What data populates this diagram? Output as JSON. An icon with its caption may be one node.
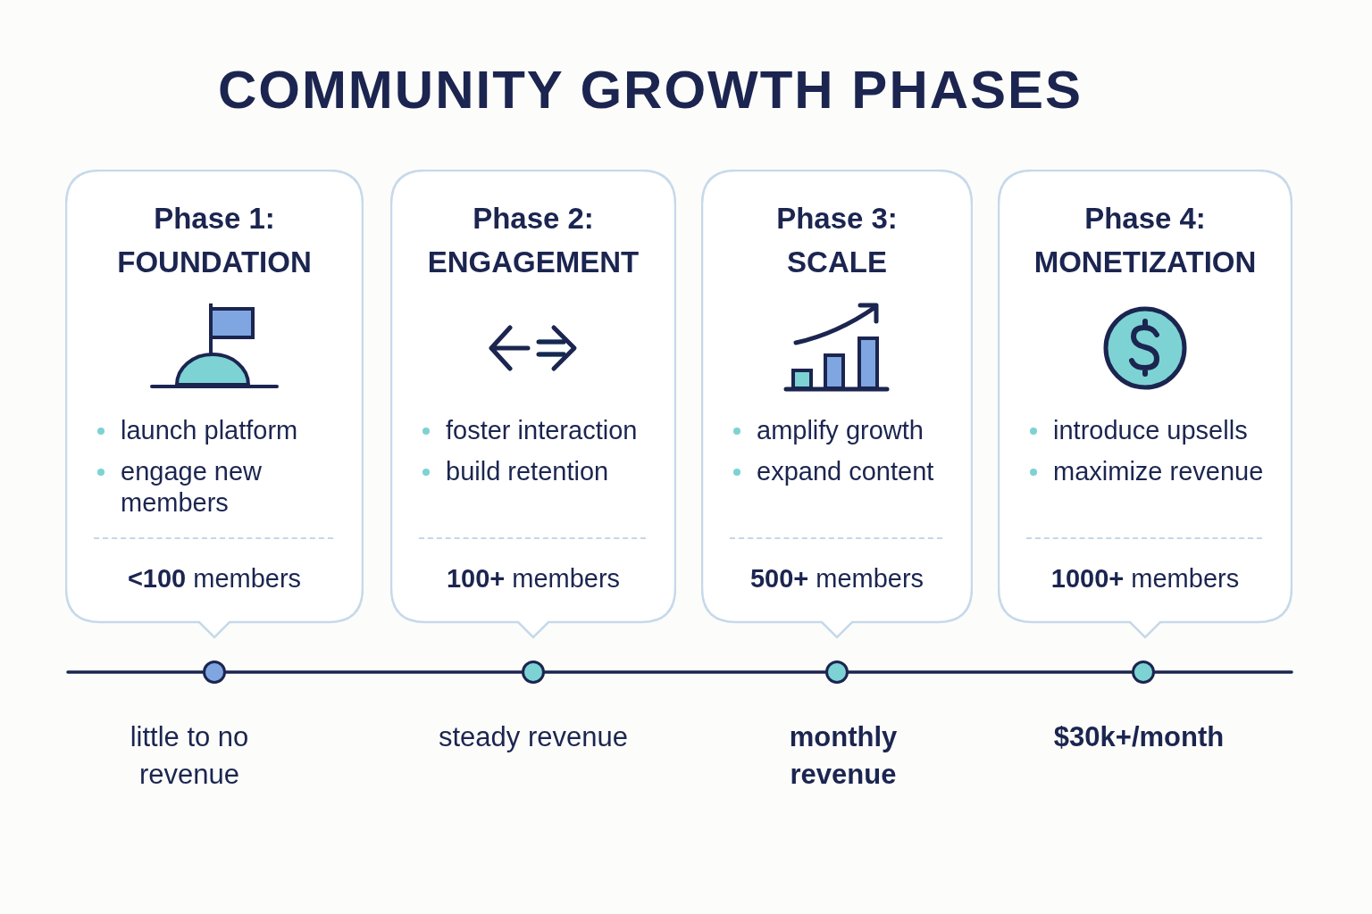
{
  "diagram": {
    "title": "COMMUNITY GROWTH PHASES",
    "nodes": [
      {
        "text": [
          "Phase 1: FOUNDATION",
          "launch platform",
          "engage new members",
          "**<100** members"
        ]
      },
      {
        "text": [
          "Phase 2: ENGAGEMENT",
          "foster interaction",
          "build retention",
          "**100+** members"
        ]
      },
      {
        "text": [
          "Phase 3: SCALE",
          "amplify growth",
          "expand content",
          "**500+** members"
        ]
      },
      {
        "text": [
          "Phase 4: MONETIZATION",
          "introduce upsells",
          "maximize revenue",
          "**1000+** members"
        ]
      },
      {
        "text": [],
        "shape": "circle",
        "beside": [
          "little to no revenue"
        ]
      },
      {
        "text": [],
        "shape": "circle",
        "beside": [
          "steady revenue"
        ]
      },
      {
        "text": [],
        "shape": "circle",
        "beside": [
          "monthly revenue"
        ]
      },
      {
        "text": [],
        "shape": "circle",
        "beside": [
          "$30k+/month"
        ]
      }
    ],
    "edges": [
      {
        "from": 4,
        "to": 5,
        "arrow": "none"
      },
      {
        "from": 5,
        "to": 6,
        "arrow": "none"
      },
      {
        "from": 6,
        "to": 7,
        "arrow": "none"
      }
    ]
  }
}
